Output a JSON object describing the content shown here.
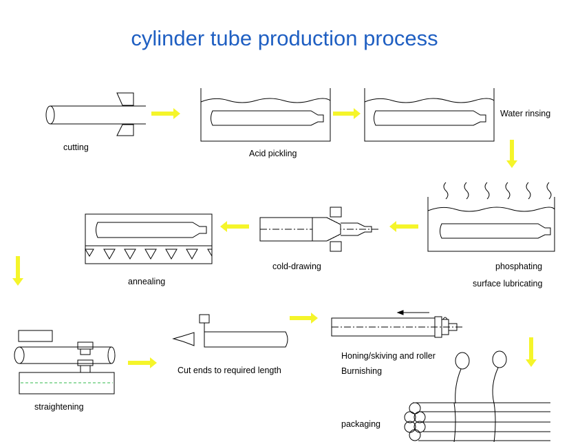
{
  "title": "cylinder tube production process",
  "colors": {
    "title": "#1f5fc2",
    "arrow": "#f5f52a",
    "line": "#000000"
  },
  "steps": {
    "cutting": "cutting",
    "acid_pickling": "Acid pickling",
    "water_rinsing": "Water rinsing",
    "phosphating": "phosphating",
    "surface_lubricating": "surface lubricating",
    "cold_drawing": "cold-drawing",
    "annealing": "annealing",
    "straightening": "straightening",
    "cut_ends": "Cut ends to required length",
    "honing_line1": "Honing/skiving and roller",
    "honing_line2": "Burnishing",
    "packaging": "packaging"
  }
}
